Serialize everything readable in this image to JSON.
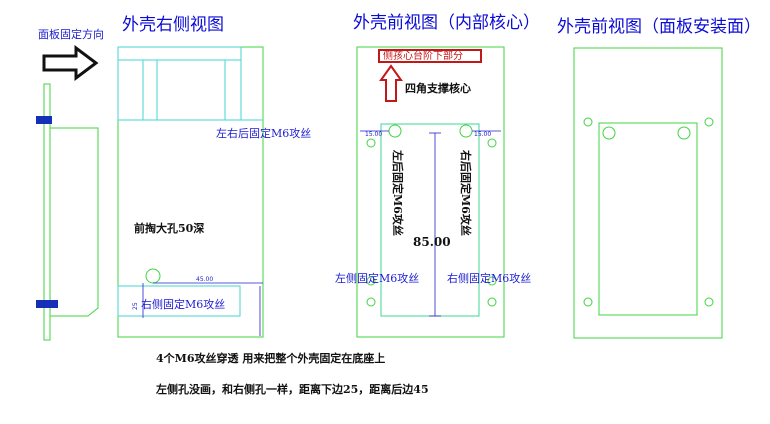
{
  "labels": {
    "panel_direction": "面板固定方向",
    "title_right_view": "外壳右侧视图",
    "title_front_core": "外壳前视图（内部核心）",
    "title_front_panel": "外壳前视图（面板安装面）",
    "left_rear_m6": "左右后固定M6攻丝",
    "front_hole": "前掏大孔50深",
    "right_side_m6_a": "右侧固定M6攻丝",
    "dim_45": "45.00",
    "dim_25": "25",
    "dim_15_left": "15.00",
    "dim_15_right": "15.00",
    "core_highlight": "侧孩心台阶下部分",
    "four_corner": "四角支撑核心",
    "left_rear_fix": "左后固定M6攻丝",
    "right_rear_fix": "右后固定M6攻丝",
    "dim_85": "85.00",
    "left_side_m6": "左侧固定M6攻丝",
    "right_side_m6_b": "右侧固定M6攻丝",
    "note_1": "4个M6攻丝穿透   用来把整个外壳固定在底座上",
    "note_2": "左侧孔没画，和右侧孔一样，距离下边25，距离后边45"
  },
  "colors": {
    "title": "#0b0bd6",
    "outline_green": "#3fd43f",
    "inner_cyan": "#45d6d6",
    "dimension_blue": "#2222cc",
    "highlight_red": "#c21818",
    "bracket_blue": "#1530b8"
  }
}
